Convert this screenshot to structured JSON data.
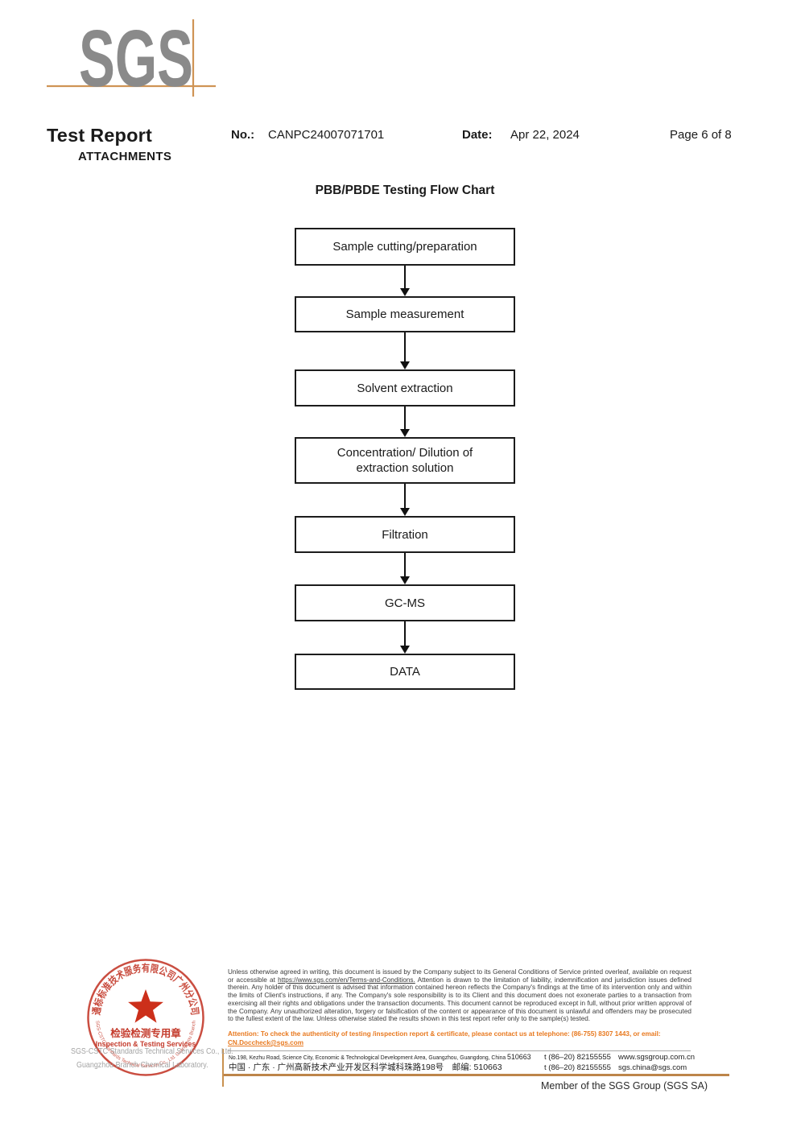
{
  "header": {
    "logo_text": "SGS",
    "title": "Test Report",
    "subtitle": "ATTACHMENTS",
    "no_label": "No.:",
    "no_value": "CANPC24007071701",
    "date_label": "Date:",
    "date_value": "Apr 22, 2024",
    "page": "Page 6 of 8"
  },
  "flowchart": {
    "title": "PBB/PBDE Testing Flow Chart",
    "steps": [
      "Sample cutting/preparation",
      "Sample measurement",
      "Solvent extraction",
      "Concentration/ Dilution of extraction solution",
      "Filtration",
      "GC-MS",
      "DATA"
    ]
  },
  "stamp": {
    "top_arc": "通标标准技术服务有限公司广州分公司",
    "bottom_arc": "SGS-CSTC Standards Technical Services Co., Ltd. Guangzhou Branch",
    "seal_cn": "检验检测专用章",
    "seal_en": "Inspection & Testing Services",
    "company_line1": "SGS-CSTC Standards Technical Services Co., Ltd.",
    "company_line2": "Guangzhou Branch Chemical Laboratory."
  },
  "footer": {
    "legal_pre": "Unless otherwise agreed in writing, this document is issued by the Company subject to its General Conditions of Service printed overleaf, available on request or accessible at ",
    "legal_link": "https://www.sgs.com/en/Terms-and-Conditions.",
    "legal_post": " Attention is drawn to the limitation of liability, indemnification and jurisdiction issues defined therein. Any holder of this document is advised that information contained hereon reflects the Company's findings at the time of its intervention only and within the limits of Client's instructions, if any. The Company's sole responsibility is to its Client and this document does not exonerate parties to a transaction from exercising all their rights and obligations under the transaction documents. This document cannot be reproduced except in full, without prior written approval of the Company. Any unauthorized alteration, forgery or falsification of the content or appearance of this document is unlawful and offenders may be prosecuted to the fullest extent of the law. Unless otherwise stated the results shown in this test report refer only to the sample(s) tested.",
    "attention_pre": "Attention: To check the authenticity of testing /inspection report & certificate, please contact us at telephone: (86-755) 8307 1443, or email: ",
    "attention_email": "CN.Doccheck@sgs.com",
    "address_en": "No.198, Kezhu Road, Science City, Economic & Technological Development Area, Guangzhou, Guangdong, China ",
    "zip_en": "510663",
    "address_cn": "中国 · 广东 · 广州高新技术产业开发区科学城科珠路198号　邮编: 510663",
    "tel1": "t (86–20) 82155555",
    "tel2": "t (86–20) 82155555",
    "web": "www.sgsgroup.com.cn",
    "email": "sgs.china@sgs.com",
    "member": "Member of the SGS Group (SGS SA)"
  },
  "colors": {
    "logo_gray": "#8a8a8a",
    "crosshair_tan": "#cf9455",
    "footer_line_tan": "#bd854a",
    "stamp_red": "#c43b2c",
    "star_red": "#cc2f1a",
    "attention_orange": "#e8791f",
    "text_black": "#1a1a1a"
  }
}
